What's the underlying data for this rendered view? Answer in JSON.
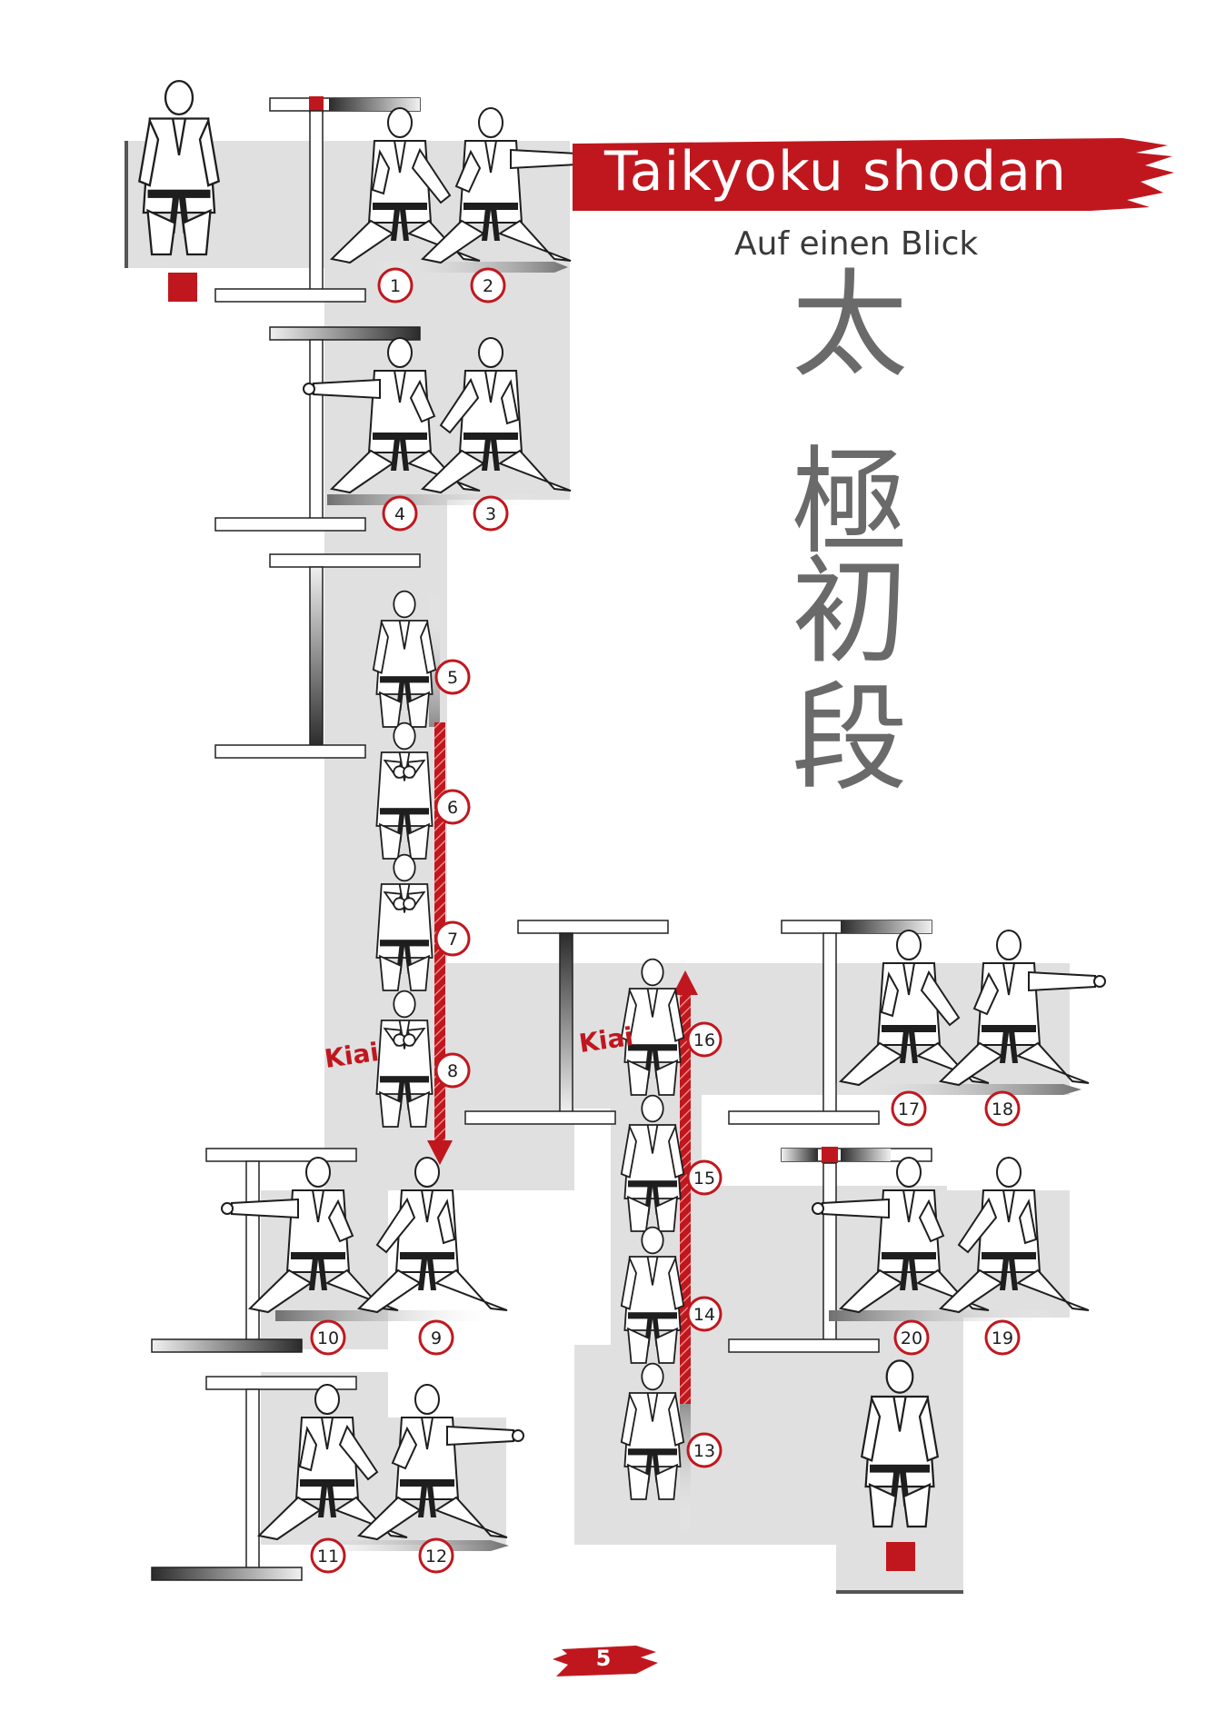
{
  "title": "Taikyoku shodan",
  "subtitle": "Auf einen Blick",
  "kanji": [
    "太",
    "極",
    "初",
    "段"
  ],
  "kiai_label": "Kiai",
  "page_number": "5",
  "colors": {
    "accent_red": "#c0171e",
    "path_gray": "#e0e0e0",
    "kanji_gray": "#6a6a6a",
    "line_dark": "#2b2b2b"
  },
  "steps": [
    "1",
    "2",
    "3",
    "4",
    "5",
    "6",
    "7",
    "8",
    "9",
    "10",
    "11",
    "12",
    "13",
    "14",
    "15",
    "16",
    "17",
    "18",
    "19",
    "20"
  ],
  "kiai_steps": [
    "8",
    "16"
  ],
  "start_marker": "red-square",
  "end_marker": "red-square"
}
